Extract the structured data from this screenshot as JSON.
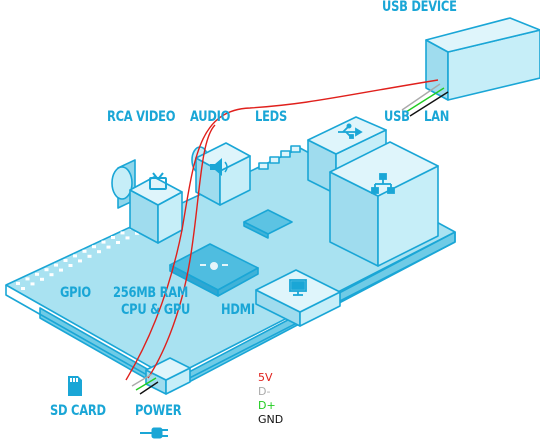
{
  "labels": {
    "usb_device": "USB DEVICE",
    "rca_video": "RCA VIDEO",
    "audio": "AUDIO",
    "leds": "LEDS",
    "usb": "USB",
    "lan": "LAN",
    "gpio": "GPIO",
    "ram_line1": "256MB RAM",
    "ram_line2": "CPU & GPU",
    "hdmi": "HDMI",
    "sd_card": "SD CARD",
    "power": "POWER"
  },
  "legend": [
    {
      "label": "5V",
      "color": "#e0201c"
    },
    {
      "label": "D-",
      "color": "#aaaaaa"
    },
    {
      "label": "D+",
      "color": "#22cc22"
    },
    {
      "label": "GND",
      "color": "#111111"
    }
  ],
  "colors": {
    "accent": "#1aa6d6",
    "board_fill": "#a9e2f1",
    "board_edge": "#1aa6d6",
    "component_fill": "#c6eef8"
  },
  "icons": [
    "tv-icon",
    "speaker-icon",
    "usb-icon",
    "network-icon",
    "monitor-icon",
    "sd-card-icon",
    "plug-icon",
    "chip-logo-icon"
  ]
}
